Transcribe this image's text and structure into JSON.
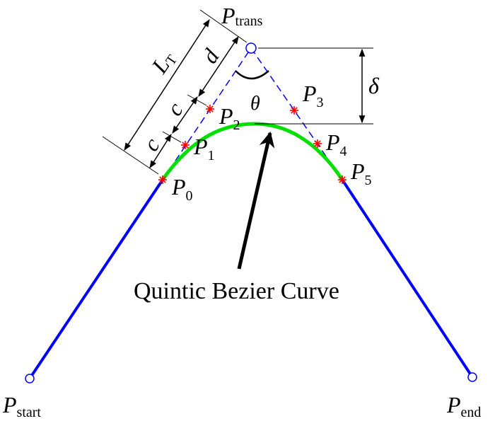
{
  "caption": "Quintic Bezier Curve",
  "points": {
    "start": {
      "base": "P",
      "sub": "start"
    },
    "end": {
      "base": "P",
      "sub": "end"
    },
    "trans": {
      "base": "P",
      "sub": "trans"
    },
    "p0": {
      "base": "P",
      "sub": "0"
    },
    "p1": {
      "base": "P",
      "sub": "1"
    },
    "p2": {
      "base": "P",
      "sub": "2"
    },
    "p3": {
      "base": "P",
      "sub": "3"
    },
    "p4": {
      "base": "P",
      "sub": "4"
    },
    "p5": {
      "base": "P",
      "sub": "5"
    }
  },
  "dimensions": {
    "lt": {
      "base": "L",
      "sub": "T"
    },
    "d": "d",
    "c1": "c",
    "c2": "c",
    "delta": "δ",
    "theta": "θ"
  },
  "colors": {
    "path": "#0000ff",
    "curve": "#00e000",
    "control_point": "#ff0000",
    "dashed": "#0000ff",
    "annotation": "#000000"
  }
}
